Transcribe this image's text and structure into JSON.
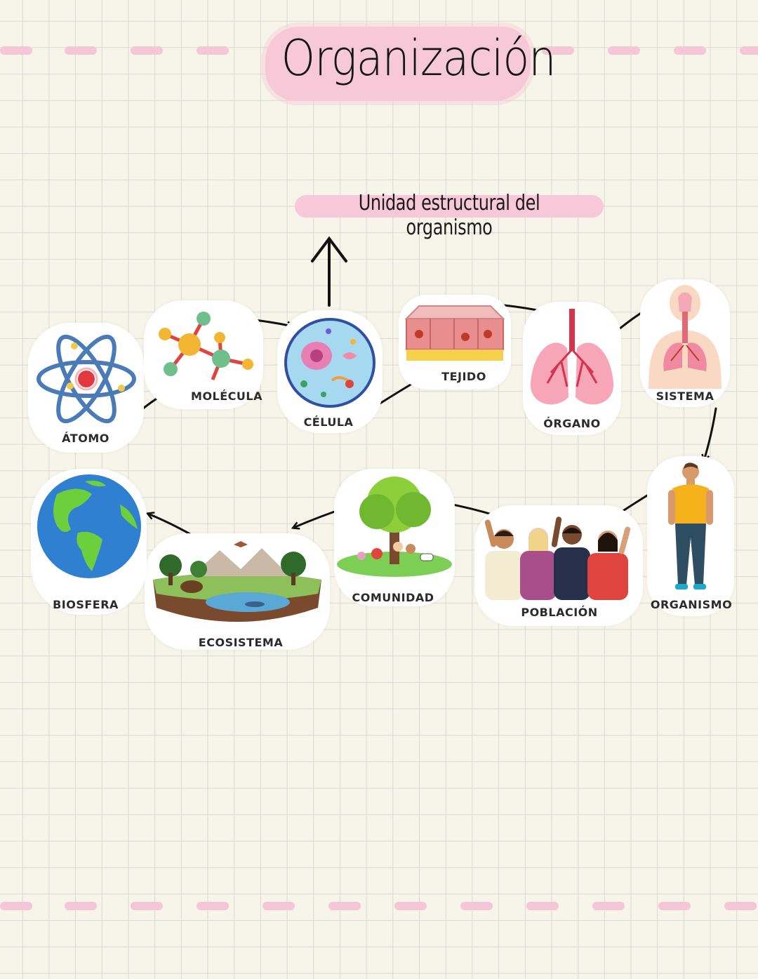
{
  "title": "Organización",
  "subtitle": "Unidad estructural del organismo",
  "levels": [
    {
      "id": "atomo",
      "label": "ÁTOMO",
      "icon": "atom-icon"
    },
    {
      "id": "molecula",
      "label": "MOLÉCULA",
      "icon": "molecule-icon"
    },
    {
      "id": "celula",
      "label": "CÉLULA",
      "icon": "cell-icon"
    },
    {
      "id": "tejido",
      "label": "TEJIDO",
      "icon": "tissue-icon"
    },
    {
      "id": "organo",
      "label": "ÓRGANO",
      "icon": "lungs-icon"
    },
    {
      "id": "sistema",
      "label": "SISTEMA",
      "icon": "respiratory-system-icon"
    },
    {
      "id": "organismo",
      "label": "ORGANISMO",
      "icon": "person-icon"
    },
    {
      "id": "poblacion",
      "label": "POBLACIÓN",
      "icon": "group-of-people-icon"
    },
    {
      "id": "comunidad",
      "label": "COMUNIDAD",
      "icon": "tree-community-icon"
    },
    {
      "id": "ecosistema",
      "label": "ECOSISTEMA",
      "icon": "ecosystem-icon"
    },
    {
      "id": "biosfera",
      "label": "BIOSFERA",
      "icon": "earth-globe-icon"
    }
  ],
  "colors": {
    "highlight": "#f7c9d8",
    "dash": "#f4c6d6",
    "grid": "#d9d9d4",
    "background": "#f7f5ea",
    "arrow": "#111111"
  }
}
